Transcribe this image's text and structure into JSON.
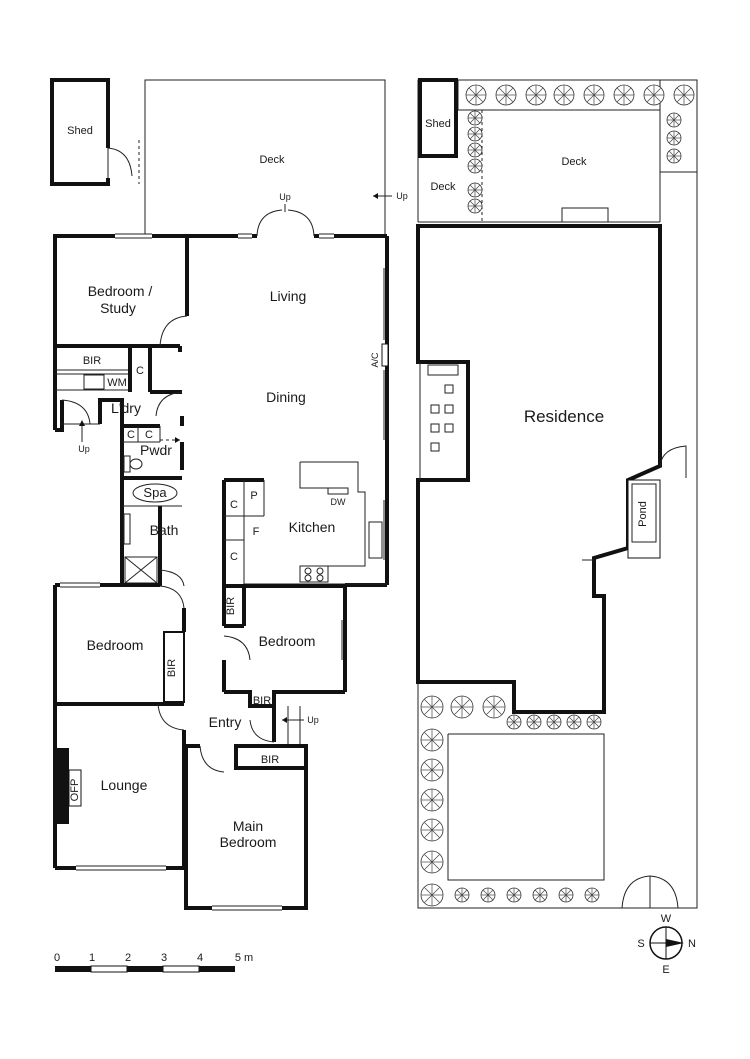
{
  "left_plan": {
    "rooms": {
      "shed": "Shed",
      "deck": "Deck",
      "bedroom_study": [
        "Bedroom /",
        "Study"
      ],
      "living": "Living",
      "dining": "Dining",
      "kitchen": "Kitchen",
      "laundry": "L'dry",
      "powder": "Pwdr",
      "bath": "Bath",
      "spa": "Spa",
      "bedroom_left": "Bedroom",
      "bedroom_right": "Bedroom",
      "entry": "Entry",
      "lounge": "Lounge",
      "main_bedroom": [
        "Main",
        "Bedroom"
      ]
    },
    "fixtures": {
      "bir": "BIR",
      "wm": "WM",
      "c": "C",
      "p": "P",
      "f": "F",
      "dw": "DW",
      "ac": "A/C",
      "ofp": "OFP",
      "up": "Up"
    }
  },
  "right_plan": {
    "shed": "Shed",
    "deck_small": "Deck",
    "deck": "Deck",
    "residence": "Residence",
    "pond": "Pond"
  },
  "scale_bar": {
    "labels": [
      "0",
      "1",
      "2",
      "3",
      "4",
      "5 m"
    ]
  },
  "compass": {
    "w": "W",
    "s": "S",
    "n": "N",
    "e": "E"
  }
}
